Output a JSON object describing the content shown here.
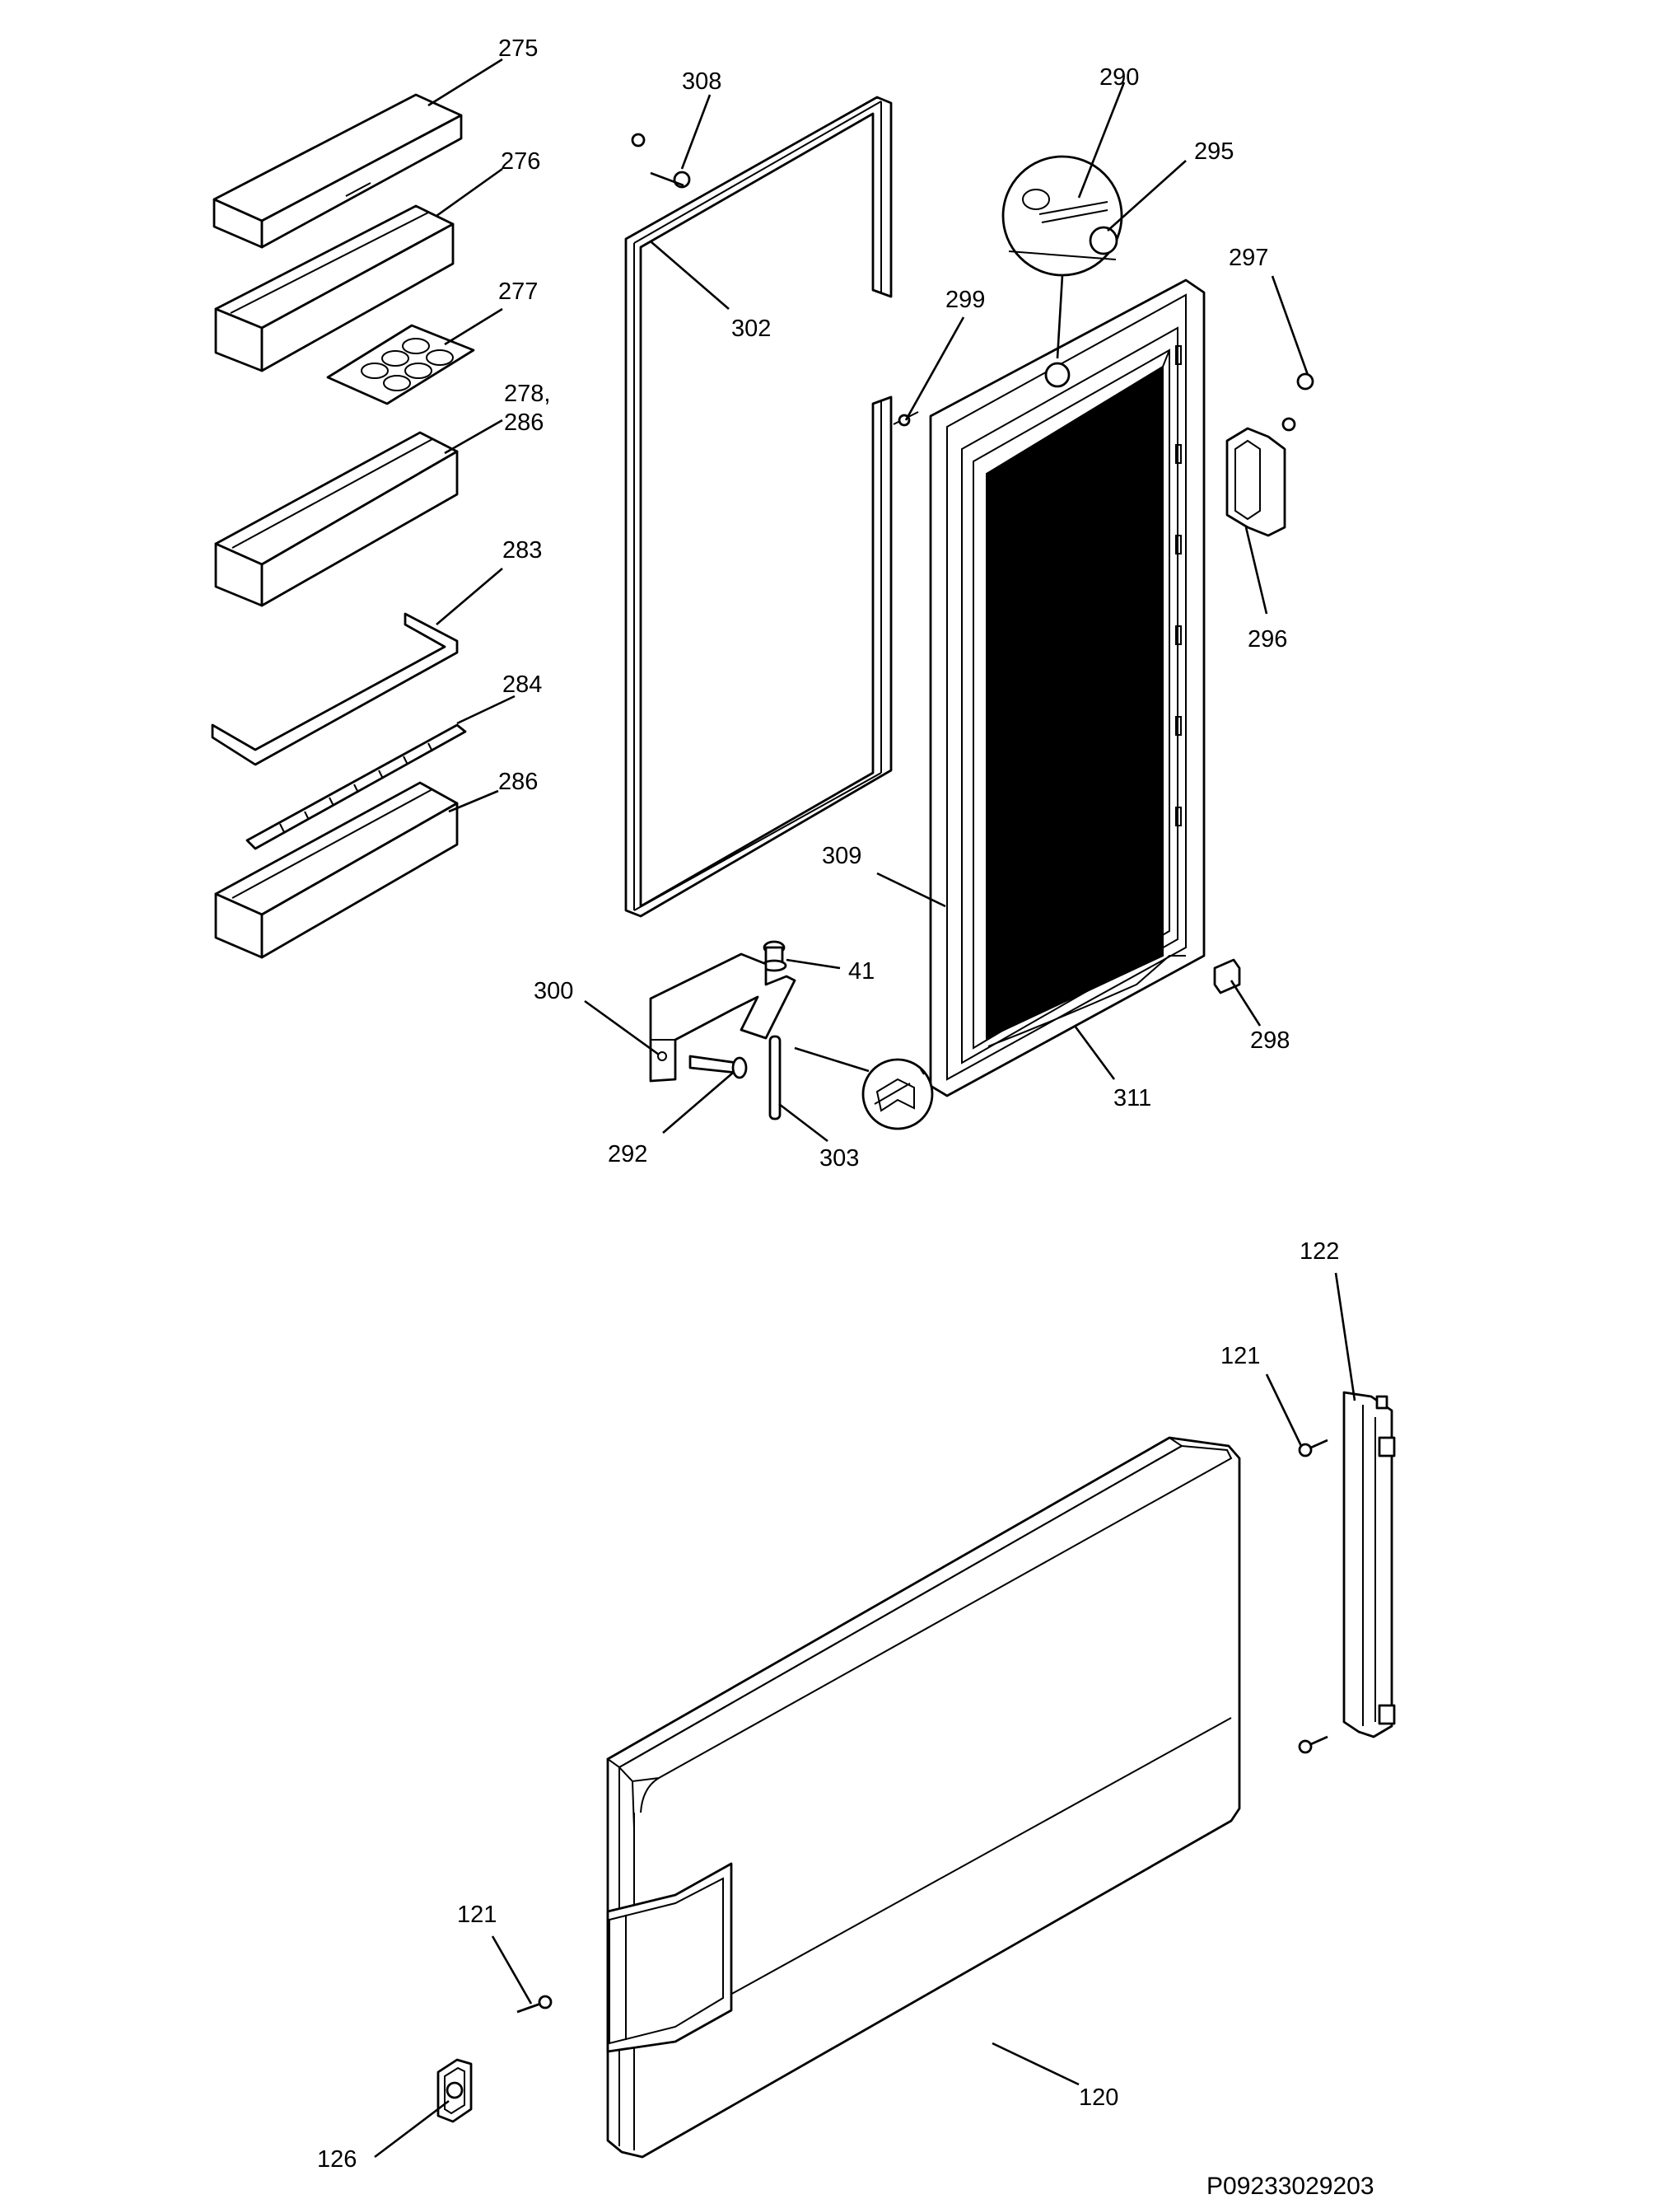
{
  "labels": {
    "l275": "275",
    "l276": "276",
    "l277": "277",
    "l278a": "278,",
    "l278b": "286",
    "l283": "283",
    "l284": "284",
    "l286": "286",
    "l308": "308",
    "l302": "302",
    "l290": "290",
    "l295": "295",
    "l297": "297",
    "l299": "299",
    "l296": "296",
    "l309": "309",
    "l41": "41",
    "l300": "300",
    "l292": "292",
    "l303": "303",
    "l311": "311",
    "l298": "298",
    "l122": "122",
    "l121a": "121",
    "l121b": "121",
    "l120": "120",
    "l126": "126"
  },
  "drawing_code": "P09233029203"
}
